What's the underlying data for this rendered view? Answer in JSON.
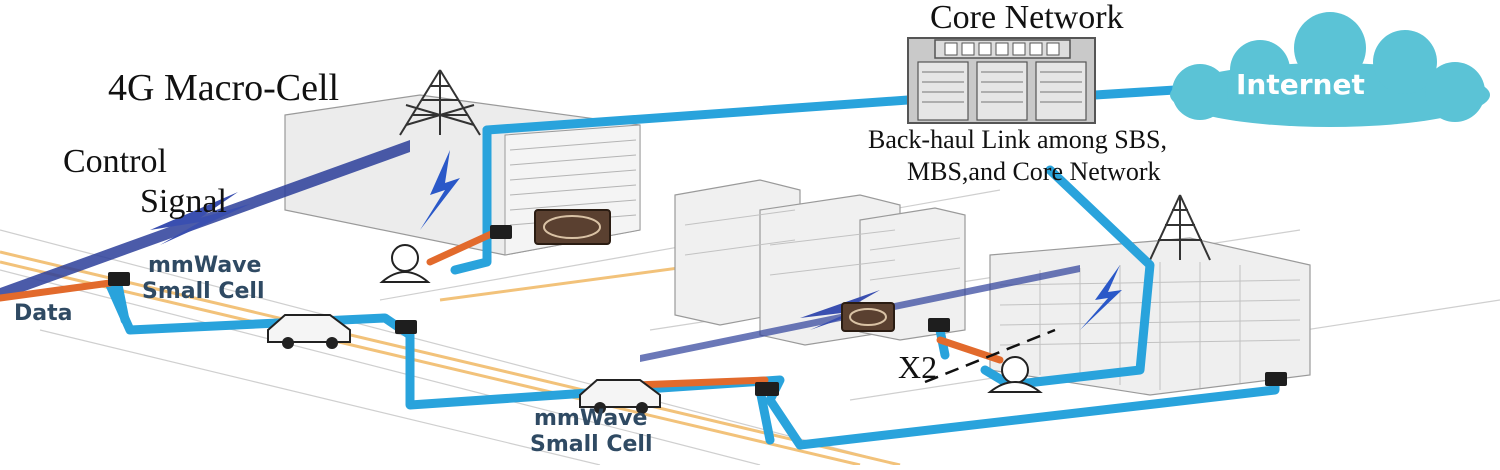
{
  "labels": {
    "core_network": "Core Network",
    "internet": "Internet",
    "macro_cell": "4G Macro-Cell",
    "control_signal_line1": "Control",
    "control_signal_line2": "Signal",
    "backhaul_line1": "Back-haul Link among SBS,",
    "backhaul_line2": "MBS,and Core Network",
    "small_cell_left_line1": "mmWave",
    "small_cell_left_line2": "Small Cell",
    "data": "Data",
    "small_cell_bottom_line1": "mmWave",
    "small_cell_bottom_line2": "Small Cell",
    "x2": "X2"
  },
  "colors": {
    "backhaul": "#29a3dc",
    "cloud": "#5bc3d6",
    "control_signal": "#2c3e9a",
    "data_link": "#e26a2c",
    "road_stripe": "#f2c27a",
    "building": "#e8e8e8",
    "building_line": "#9a9a9a"
  }
}
